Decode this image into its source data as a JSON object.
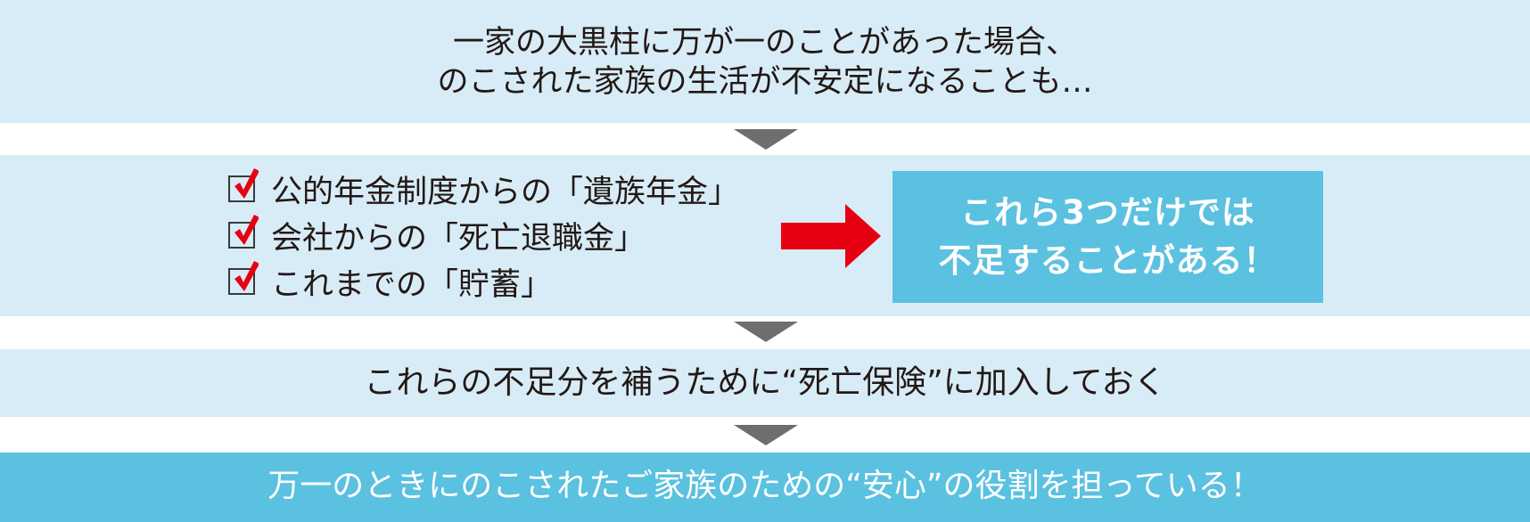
{
  "colors": {
    "light_band": "#d7ecf7",
    "accent_blue": "#5bc1e0",
    "arrow_gray": "#6e6e6e",
    "arrow_red": "#e60012",
    "check_red": "#e60012",
    "text_dark": "#231815",
    "text_light": "#ffffff"
  },
  "step1": {
    "line1": "一家の大黒柱に万が一のことがあった場合、",
    "line2": "のこされた家族の生活が不安定になることも…"
  },
  "step2": {
    "items": [
      {
        "icon": "checked-box-icon",
        "label": "公的年金制度からの「遺族年金」"
      },
      {
        "icon": "checked-box-icon",
        "label": "会社からの「死亡退職金」"
      },
      {
        "icon": "checked-box-icon",
        "label": "これまでの「貯蓄」"
      }
    ],
    "arrow_icon": "right-arrow-icon",
    "callout": {
      "line1": "これら3つだけでは",
      "line2": "不足することがある！"
    }
  },
  "step3": {
    "text": "これらの不足分を補うために“死亡保険”に加入しておく"
  },
  "step4": {
    "text": "万一のときにのこされたご家族のための“安心”の役割を担っている！"
  },
  "connectors": {
    "icon": "down-triangle-icon",
    "count": 3
  }
}
